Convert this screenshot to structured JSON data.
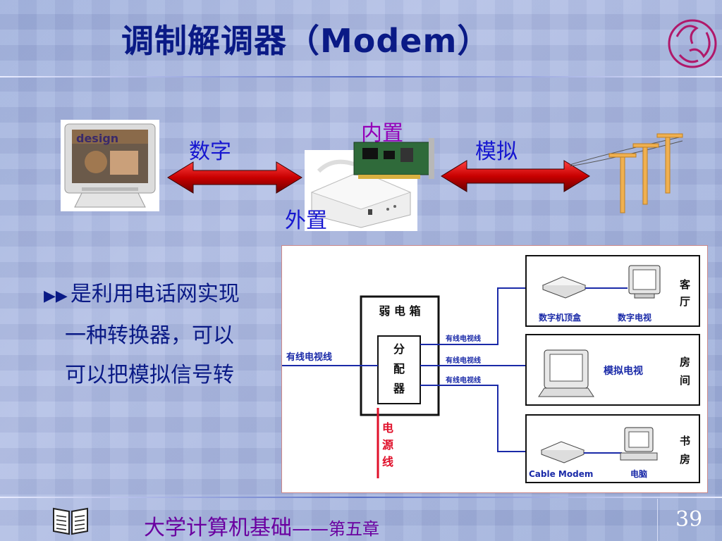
{
  "slide": {
    "title": "调制解调器（Modem）",
    "page_number": "39"
  },
  "illustration": {
    "digital_label": "数字",
    "analog_label": "模拟",
    "internal_label": "内置",
    "external_label": "外置",
    "monitor_screen_text": "design"
  },
  "bullet": {
    "line1": "是利用电话网实现",
    "line2": "一种转换器，可以",
    "line3": "可以把模拟信号转"
  },
  "diagram": {
    "box_title": "弱 电 箱",
    "splitter": [
      "分",
      "配",
      "器"
    ],
    "input_cable": "有线电视线",
    "branch_cables": [
      "有线电视线",
      "有线电视线",
      "有线电视线"
    ],
    "power_line": [
      "电",
      "源",
      "线"
    ],
    "rooms": [
      {
        "devices": [
          "数字机顶盒",
          "数字电视"
        ],
        "room": [
          "客",
          "厅"
        ]
      },
      {
        "devices": [
          "模拟电视"
        ],
        "room": [
          "房",
          "间"
        ]
      },
      {
        "devices": [
          "Cable Modem",
          "电脑"
        ],
        "room": [
          "书",
          "房"
        ]
      }
    ]
  },
  "footer": {
    "course": "大学计算机基础",
    "dash": "——",
    "chapter": "第五章"
  },
  "colors": {
    "title": "#0a1a86",
    "label_blue": "#1616d0",
    "label_purple": "#9400b8",
    "arrow_red": "#d40000",
    "footer": "#6a00a0",
    "diagram_line": "#1a2aa8",
    "power_line": "#e0102a"
  },
  "icons": [
    "book-icon",
    "logo-emblem-icon",
    "bullet-arrow-icon"
  ]
}
